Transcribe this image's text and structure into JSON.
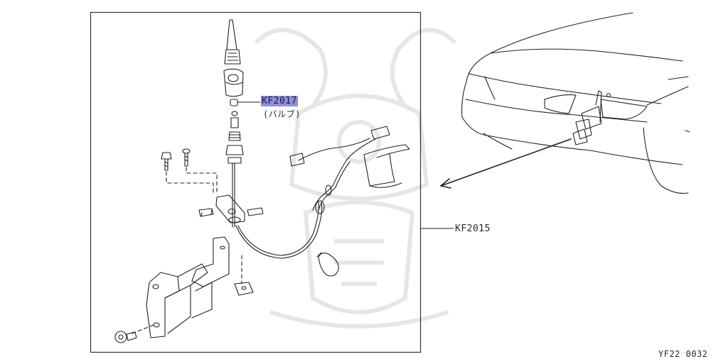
{
  "callouts": {
    "part_highlighted": "KF2017",
    "part_sub_note": "(バルブ)",
    "part_assembly": "KF2015"
  },
  "figure_code": "YF22 0032",
  "colors": {
    "highlight": "#8f8fd6",
    "line": "#222222",
    "watermark": "#e6e6e6"
  }
}
